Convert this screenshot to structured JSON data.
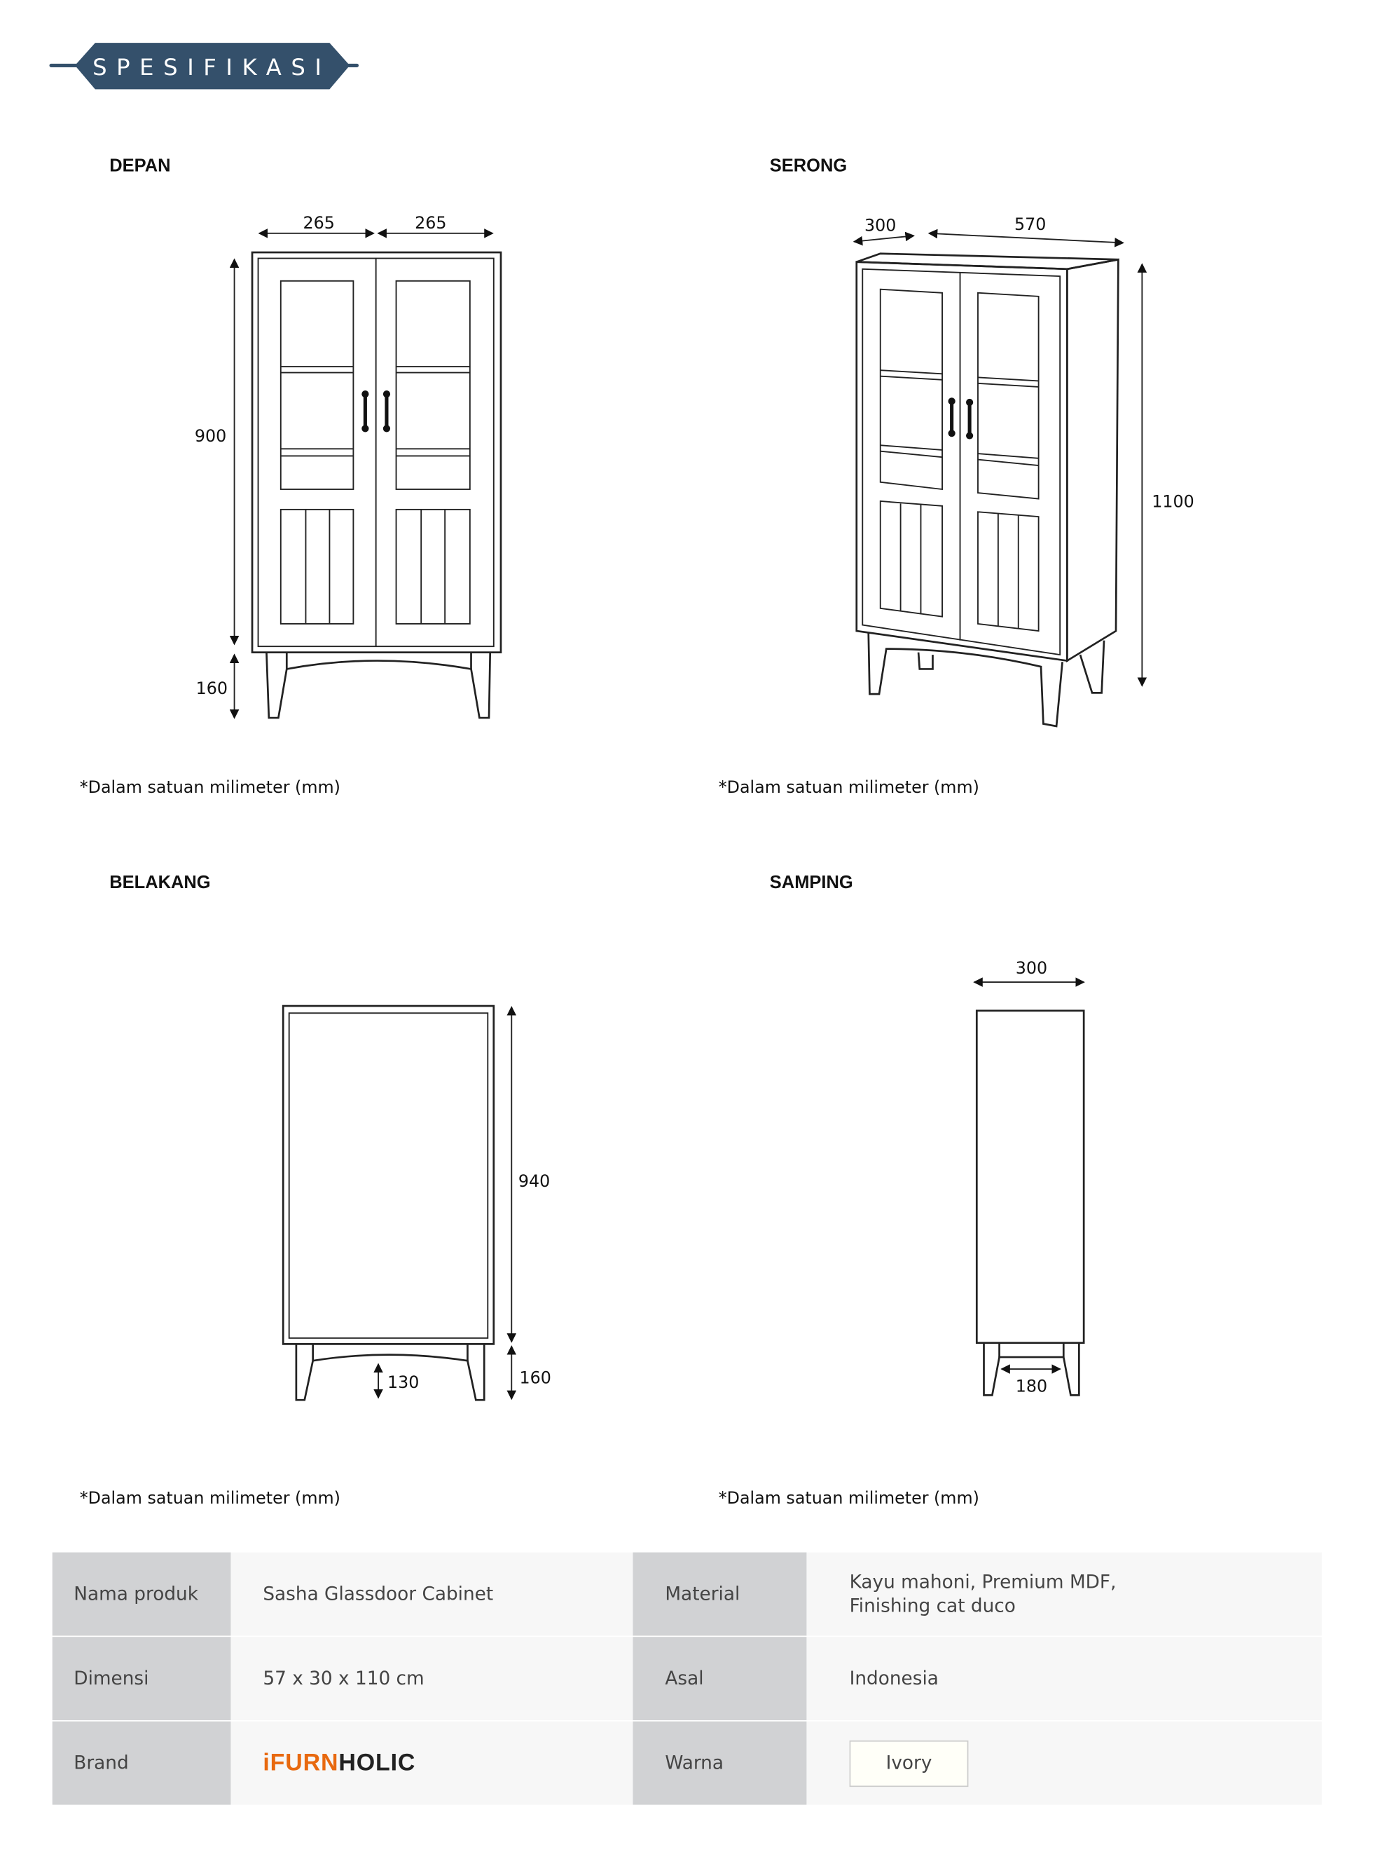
{
  "header": {
    "title": "SPESIFIKASI",
    "color": "#34506b"
  },
  "views": {
    "front": {
      "title": "DEPAN",
      "dims": {
        "width_left": "265",
        "width_right": "265",
        "body_height": "900",
        "leg_height": "160"
      },
      "note": "*Dalam satuan milimeter (mm)"
    },
    "angled": {
      "title": "SERONG",
      "dims": {
        "depth": "300",
        "width": "570",
        "height": "1100"
      },
      "note": "*Dalam satuan milimeter (mm)"
    },
    "back": {
      "title": "BELAKANG",
      "dims": {
        "body_height": "940",
        "leg_height": "160",
        "clearance": "130"
      },
      "note": "*Dalam satuan milimeter (mm)"
    },
    "side": {
      "title": "SAMPING",
      "dims": {
        "depth": "300",
        "leg_span": "180"
      },
      "note": "*Dalam satuan milimeter (mm)"
    }
  },
  "specs": {
    "rows": [
      {
        "label1": "Nama produk",
        "value1": "Sasha Glassdoor Cabinet",
        "label2": "Material",
        "value2_line1": "Kayu mahoni, Premium MDF,",
        "value2_line2": "Finishing cat duco"
      },
      {
        "label1": "Dimensi",
        "value1": "57 x 30 x 110 cm",
        "label2": "Asal",
        "value2": "Indonesia"
      },
      {
        "label1": "Brand",
        "brand_part1": "iFURN",
        "brand_part2": "HOLIC",
        "label2": "Warna",
        "value2": "Ivory"
      }
    ],
    "brand_colors": {
      "accent": "#e8690f",
      "dark": "#222222"
    },
    "swatch_color": "#fffff8"
  }
}
